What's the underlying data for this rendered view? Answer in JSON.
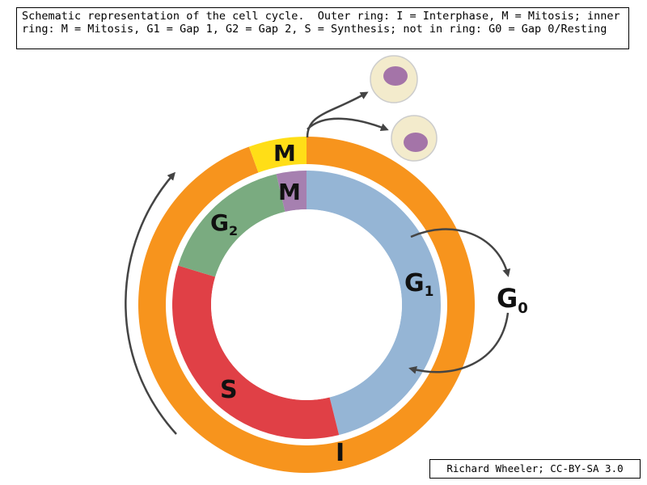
{
  "caption": "Schematic representation of the cell cycle.  Outer ring: I = Interphase, M = Mitosis; inner ring: M = Mitosis, G1 = Gap 1, G2 = Gap 2, S = Synthesis; not in ring: G0 = Gap 0/Resting",
  "credit": "Richard Wheeler; CC-BY-SA 3.0",
  "outer_ring": {
    "M": "M",
    "I": "I"
  },
  "inner_ring": {
    "M": "M",
    "G2": "G",
    "G2_sub": "2",
    "S": "S",
    "G1": "G",
    "G1_sub": "1"
  },
  "resting": {
    "label": "G",
    "sub": "0"
  },
  "colors": {
    "interphase": "#f7941d",
    "mitosis_outer": "#ffde17",
    "mitosis_inner": "#a680b0",
    "g2": "#7aab80",
    "s": "#e04046",
    "g1": "#95b5d5",
    "cell": "#f3ebcc",
    "nucleus": "#a474a8",
    "arrow": "#444444"
  }
}
